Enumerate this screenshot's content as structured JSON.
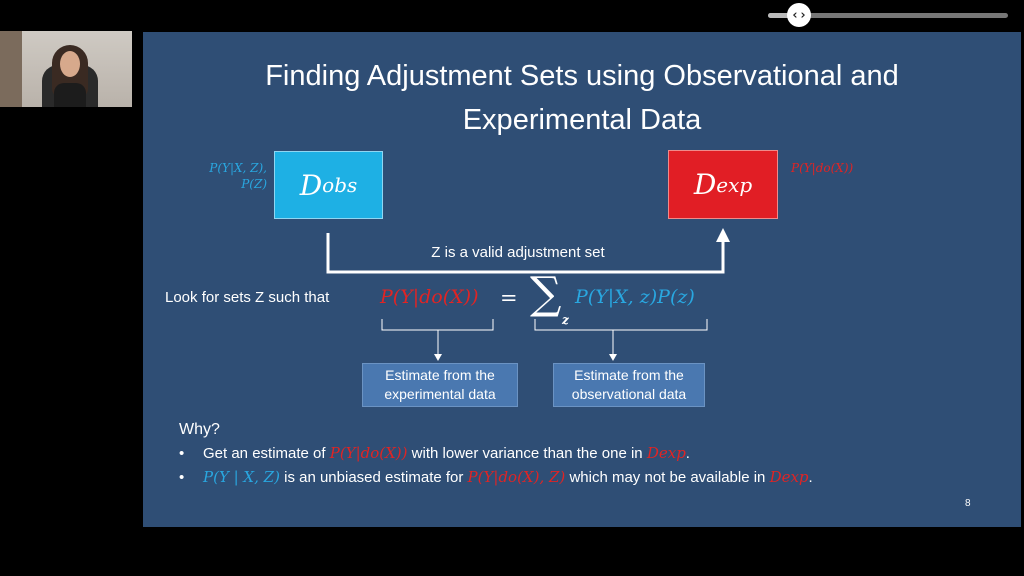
{
  "player": {
    "control_icon": "code-brackets-icon",
    "control_glyph": "‹›",
    "progress_fraction": 0.1
  },
  "slide": {
    "title_line1": "Finding Adjustment Sets using Observational and",
    "title_line2": "Experimental Data",
    "obs_box": {
      "base": "D",
      "sub": "obs",
      "color": "#1eb0e4"
    },
    "exp_box": {
      "base": "D",
      "sub": "exp",
      "color": "#e11e25"
    },
    "obs_note_line1": "P(Y|X, Z),",
    "obs_note_line2": "P(Z)",
    "exp_note": "P(Y|do(X))",
    "adjustment_text": "Z is a valid adjustment set",
    "look_text": "Look for sets Z such  that",
    "formula": {
      "lhs": "P(Y|do(X))",
      "equals": "=",
      "sum": "∑",
      "sum_sub": "z",
      "rhs": "P(Y|X, z)P(z)"
    },
    "estimate_exp_line1": "Estimate from the",
    "estimate_exp_line2": "experimental data",
    "estimate_obs_line1": "Estimate from the",
    "estimate_obs_line2": "observational data",
    "why": "Why?",
    "bullet1": {
      "dot": "•",
      "pre": "Get an estimate of ",
      "m1": "P(Y|do(X))",
      "mid": " with lower variance than the one in ",
      "m2": "Dexp",
      "post": "."
    },
    "bullet2": {
      "dot": "•",
      "m1": "P(Y | X, Z)",
      "mid": " is an unbiased estimate for ",
      "m2": "P(Y|do(X), Z)",
      "mid2": "  which may not be available in ",
      "m3": "Dexp",
      "post": "."
    },
    "page_number": "8"
  },
  "colors": {
    "slide_bg": "#2f4e75",
    "obs_blue": "#1eb0e4",
    "exp_red": "#e11e25",
    "estimate_box": "#4a78b0"
  }
}
